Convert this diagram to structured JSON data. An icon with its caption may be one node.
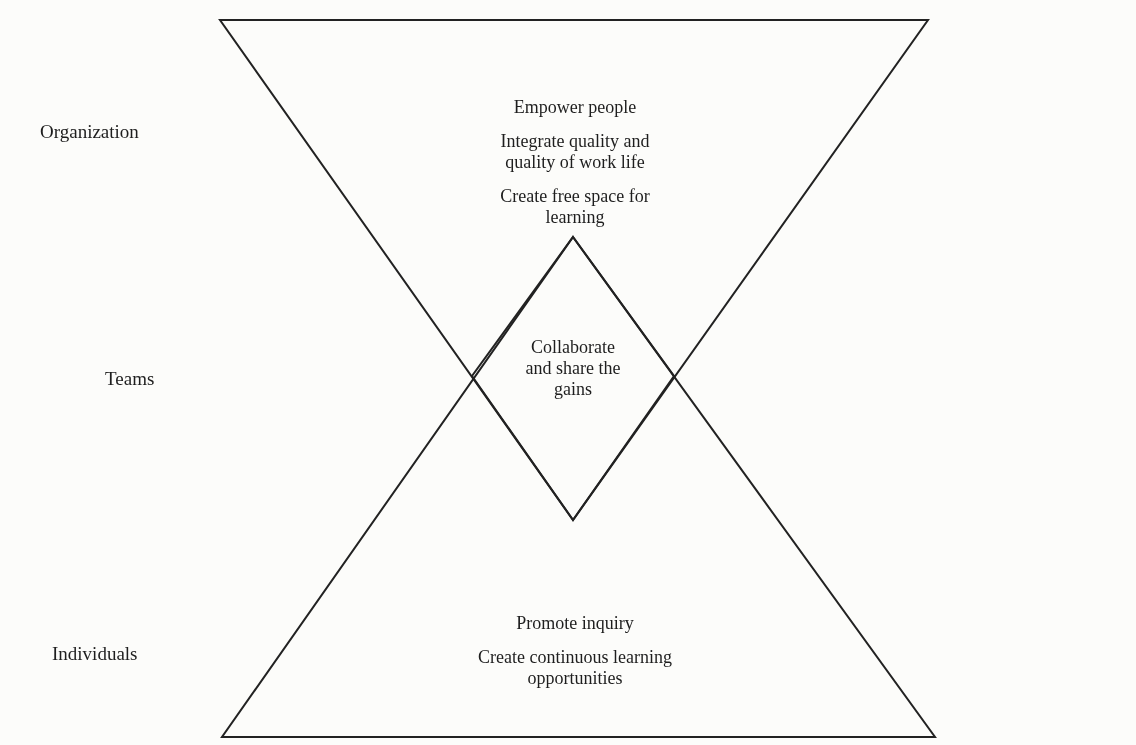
{
  "diagram": {
    "nodes": [
      {
        "text": [
          "Empower people",
          "Integrate quality and quality of work life",
          "Create free space for learning"
        ]
      },
      {
        "text": [
          "Promote inquiry",
          "Create continuous learning opportunities"
        ]
      },
      {
        "text": [
          "Collaborate and share the gains"
        ]
      }
    ],
    "labels": [
      "Organization",
      "Teams",
      "Individuals"
    ]
  }
}
